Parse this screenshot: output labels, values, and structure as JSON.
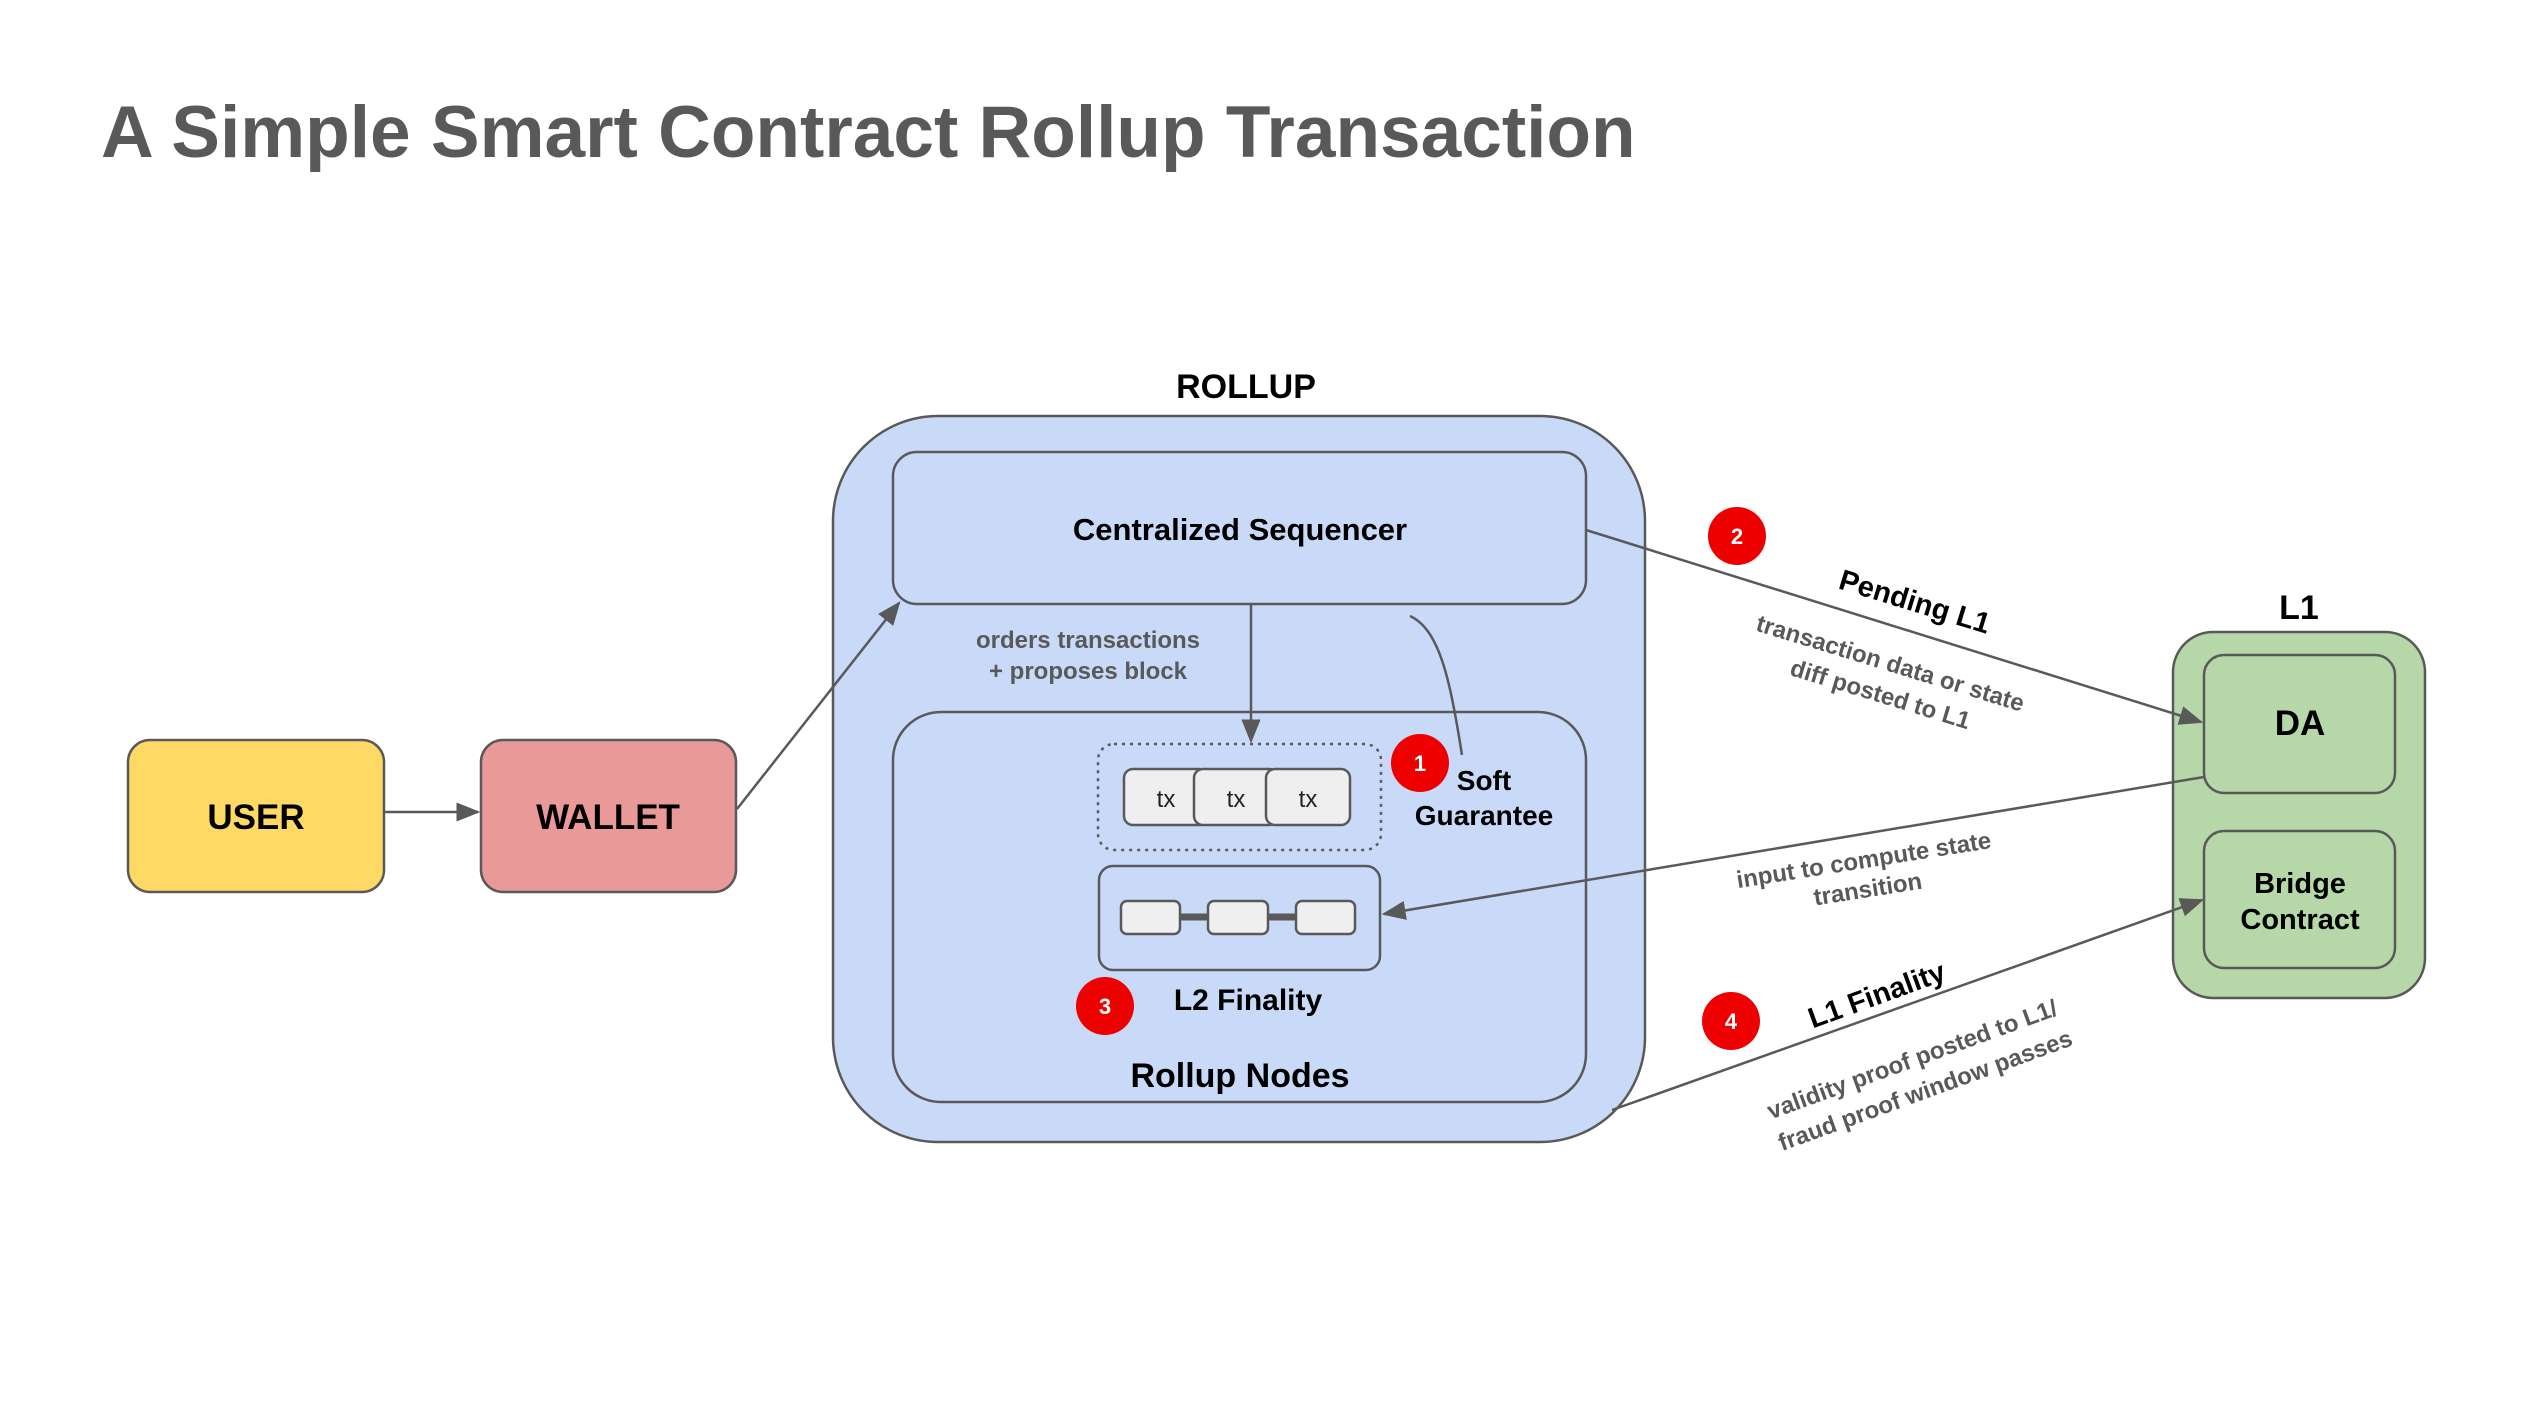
{
  "title": "A Simple Smart Contract Rollup Transaction",
  "colors": {
    "user": "#ffd966",
    "wallet": "#ea9999",
    "rollup": "#c9daf8",
    "l1": "#b6d7a8",
    "badge": "#ee0000",
    "stroke": "#595959"
  },
  "nodes": {
    "user": "USER",
    "wallet": "WALLET",
    "rollup": "ROLLUP",
    "sequencer": "Centralized Sequencer",
    "rollup_nodes": "Rollup Nodes",
    "l1": "L1",
    "da": "DA",
    "bridge_line1": "Bridge",
    "bridge_line2": "Contract"
  },
  "tx_labels": [
    "tx",
    "tx",
    "tx"
  ],
  "notes": {
    "sequencer_line1": "orders transactions",
    "sequencer_line2": "+ proposes block",
    "soft_line1": "Soft",
    "soft_line2": "Guarantee",
    "l2_finality": "L2 Finality",
    "pending_l1": "Pending L1",
    "pending_sub_line1": "transaction data or state",
    "pending_sub_line2": "diff posted to L1",
    "input_line1": "input to compute state",
    "input_line2": "transition",
    "l1_finality": "L1 Finality",
    "l1_sub_line1": "validity proof posted to L1/",
    "l1_sub_line2": "fraud proof window passes"
  },
  "badges": [
    "1",
    "2",
    "3",
    "4"
  ]
}
